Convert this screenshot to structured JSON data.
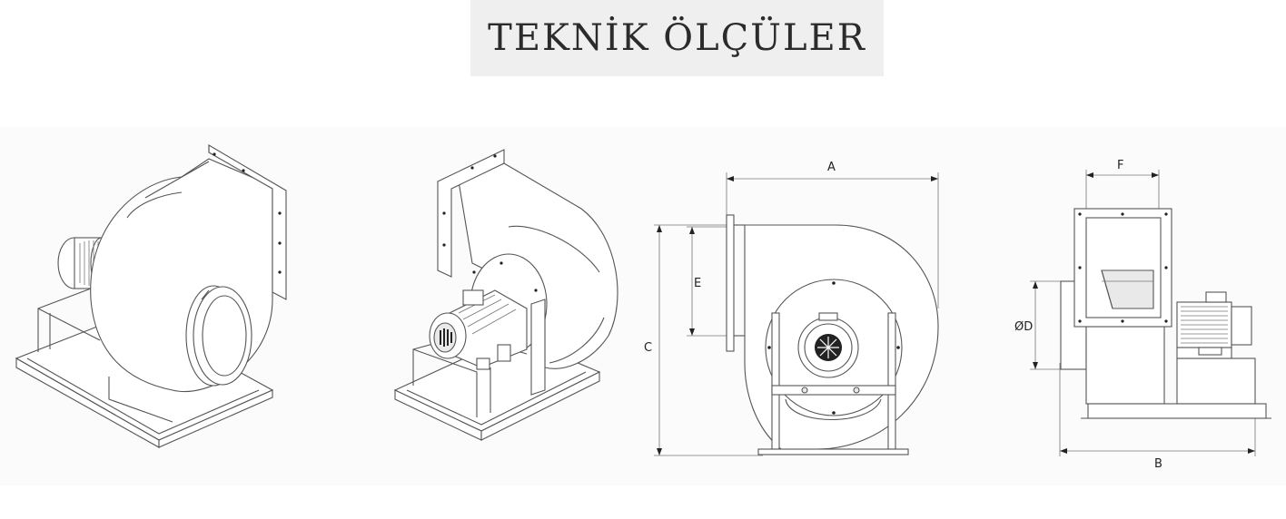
{
  "header": {
    "title": "TEKNİK ÖLÇÜLER"
  },
  "views": [
    {
      "name": "isometric-front-view"
    },
    {
      "name": "isometric-rear-view"
    },
    {
      "name": "side-elevation-view"
    },
    {
      "name": "front-elevation-view"
    }
  ],
  "dimensions": {
    "a": "A",
    "b": "B",
    "c": "C",
    "d": "ØD",
    "e": "E",
    "f": "F"
  }
}
